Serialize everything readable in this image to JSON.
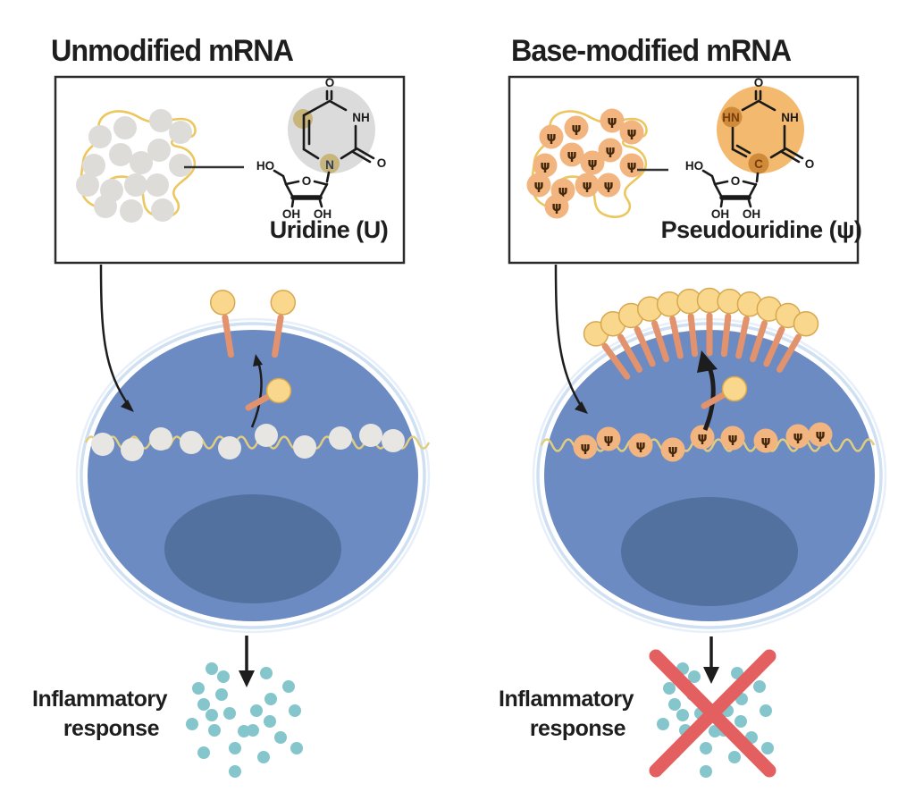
{
  "figure": {
    "left": {
      "title": "Unmodified mRNA",
      "molecule": {
        "name": "Uridine (U)"
      },
      "outcome": {
        "line1": "Inflammatory",
        "line2": "response"
      }
    },
    "right": {
      "title": "Base-modified mRNA",
      "molecule": {
        "name": "Pseudouridine (ψ)"
      },
      "outcome": {
        "line1": "Inflammatory",
        "line2": "response"
      },
      "psi": "ψ"
    },
    "chem": {
      "uridine": {
        "o_top": "O",
        "nh": "NH",
        "o_side": "O",
        "n1": "N",
        "ho": "HO",
        "o_ring": "O",
        "oh_left": "OH",
        "oh_right": "OH"
      },
      "pseudouridine": {
        "o_top": "O",
        "hn": "HN",
        "nh": "NH",
        "o_side": "O",
        "c5": "C",
        "ho": "HO",
        "o_ring": "O",
        "oh_left": "OH",
        "oh_right": "OH"
      }
    }
  },
  "palette": {
    "ink": "#1e1e1e",
    "box_border": "#2b2b2b",
    "mrna_yellow": "#ecc75e",
    "strand_yellow": "#e2cd7f",
    "bead_gray": "#dedcd9",
    "bead_gray_cell": "#e8e6e2",
    "psi_orange": "#f3b57f",
    "psi_glyph": "#44280c",
    "highlight_gray": "#dbdbdb",
    "highlight_olive": "#c2ab61",
    "highlight_orange": "#f3ba6f",
    "highlight_orange_dark": "#cf8a3a",
    "chem_brown": "#7a3d0e",
    "n_blue": "#2e3b5e",
    "cell_body": "#6d8bc3",
    "nucleus": "#53719f",
    "membrane_ring": "#cfe0f3",
    "membrane_ring_outer": "#e6effa",
    "spike_stalk": "#e2926c",
    "spike_head": "#f9d78c",
    "spike_head_outline": "#d8a84e",
    "cytokine_teal": "#84c6cc",
    "cross_red": "#e45f5f",
    "arrow_black": "#1d1d1d"
  }
}
